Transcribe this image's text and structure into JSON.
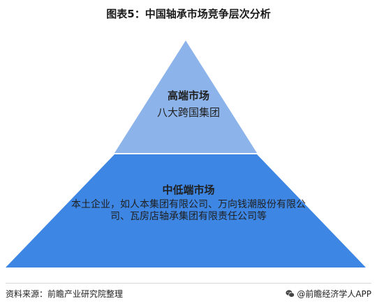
{
  "title": "图表5：中国轴承市场竞争层次分析",
  "tiers": [
    {
      "title": "高端市场",
      "body": "八大跨国集团",
      "color": "#8db4ea"
    },
    {
      "title": "中低端市场",
      "body": "本土企业，如人本集团有限公司、万向钱潮股份有限公司、瓦房店轴承集团有限责任公司等",
      "color": "#3d86e4"
    }
  ],
  "footer": {
    "source": "资料来源：前瞻产业研究院整理",
    "brand": "@前瞻经济学人APP",
    "brand_icon": "wechat-icon"
  }
}
